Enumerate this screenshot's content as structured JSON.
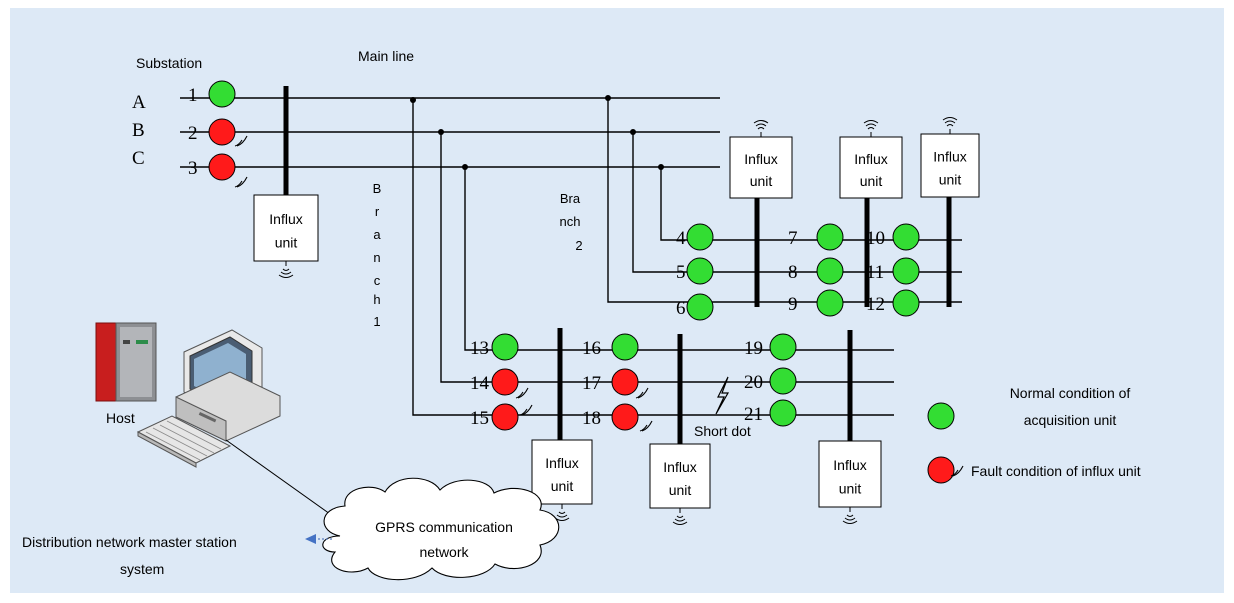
{
  "colors": {
    "background": "#dde9f6",
    "normal": "#33dd33",
    "fault": "#ff1a1a",
    "line": "#000000"
  },
  "labels": {
    "substation": "Substation",
    "main_line": "Main line",
    "phase_a": "A",
    "phase_b": "B",
    "phase_c": "C",
    "branch1": [
      "B",
      "r",
      "a",
      "n",
      "c",
      "h",
      "1"
    ],
    "branch2": [
      "Bra",
      "nch",
      "2"
    ],
    "host": "Host",
    "short_dot": "Short dot",
    "master_station": [
      "Distribution network master station",
      "system"
    ],
    "gprs": [
      "GPRS communication",
      "network"
    ],
    "influx_unit": [
      "Influx",
      "unit"
    ]
  },
  "legend": {
    "normal": [
      "Normal condition of",
      "acquisition unit"
    ],
    "fault": "Fault condition of influx unit"
  },
  "units": [
    {
      "n": "1",
      "state": "normal"
    },
    {
      "n": "2",
      "state": "fault"
    },
    {
      "n": "3",
      "state": "fault"
    },
    {
      "n": "4",
      "state": "normal"
    },
    {
      "n": "5",
      "state": "normal"
    },
    {
      "n": "6",
      "state": "normal"
    },
    {
      "n": "7",
      "state": "normal"
    },
    {
      "n": "8",
      "state": "normal"
    },
    {
      "n": "9",
      "state": "normal"
    },
    {
      "n": "10",
      "state": "normal"
    },
    {
      "n": "11",
      "state": "normal"
    },
    {
      "n": "12",
      "state": "normal"
    },
    {
      "n": "13",
      "state": "normal"
    },
    {
      "n": "14",
      "state": "fault"
    },
    {
      "n": "15",
      "state": "fault"
    },
    {
      "n": "16",
      "state": "normal"
    },
    {
      "n": "17",
      "state": "fault"
    },
    {
      "n": "18",
      "state": "fault"
    },
    {
      "n": "19",
      "state": "normal"
    },
    {
      "n": "20",
      "state": "normal"
    },
    {
      "n": "21",
      "state": "normal"
    }
  ]
}
